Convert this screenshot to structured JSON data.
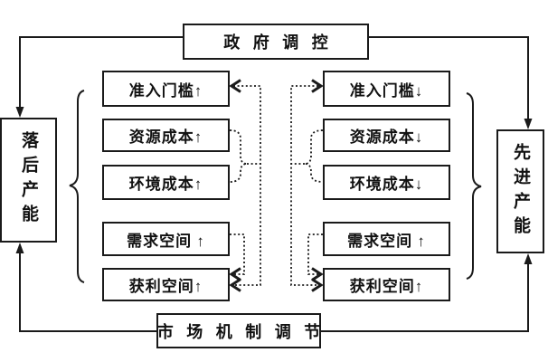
{
  "boxes": {
    "gov": "政 府 调 控",
    "market": "市 场 机 制 调 节",
    "backward_capacity": "落后产能",
    "advanced_capacity": "先进产能"
  },
  "left_column": [
    {
      "label": "准入门槛↑"
    },
    {
      "label": "资源成本↑"
    },
    {
      "label": "环境成本↑"
    },
    {
      "label": "需求空间 ↑"
    },
    {
      "label": "获利空间↑"
    }
  ],
  "right_column": [
    {
      "label": "准入门槛↓"
    },
    {
      "label": "资源成本↓"
    },
    {
      "label": "环境成本↓"
    },
    {
      "label": "需求空间 ↑"
    },
    {
      "label": "获利空间↑"
    }
  ],
  "colors": {
    "line": "#1a1a1a",
    "background": "#ffffff"
  }
}
